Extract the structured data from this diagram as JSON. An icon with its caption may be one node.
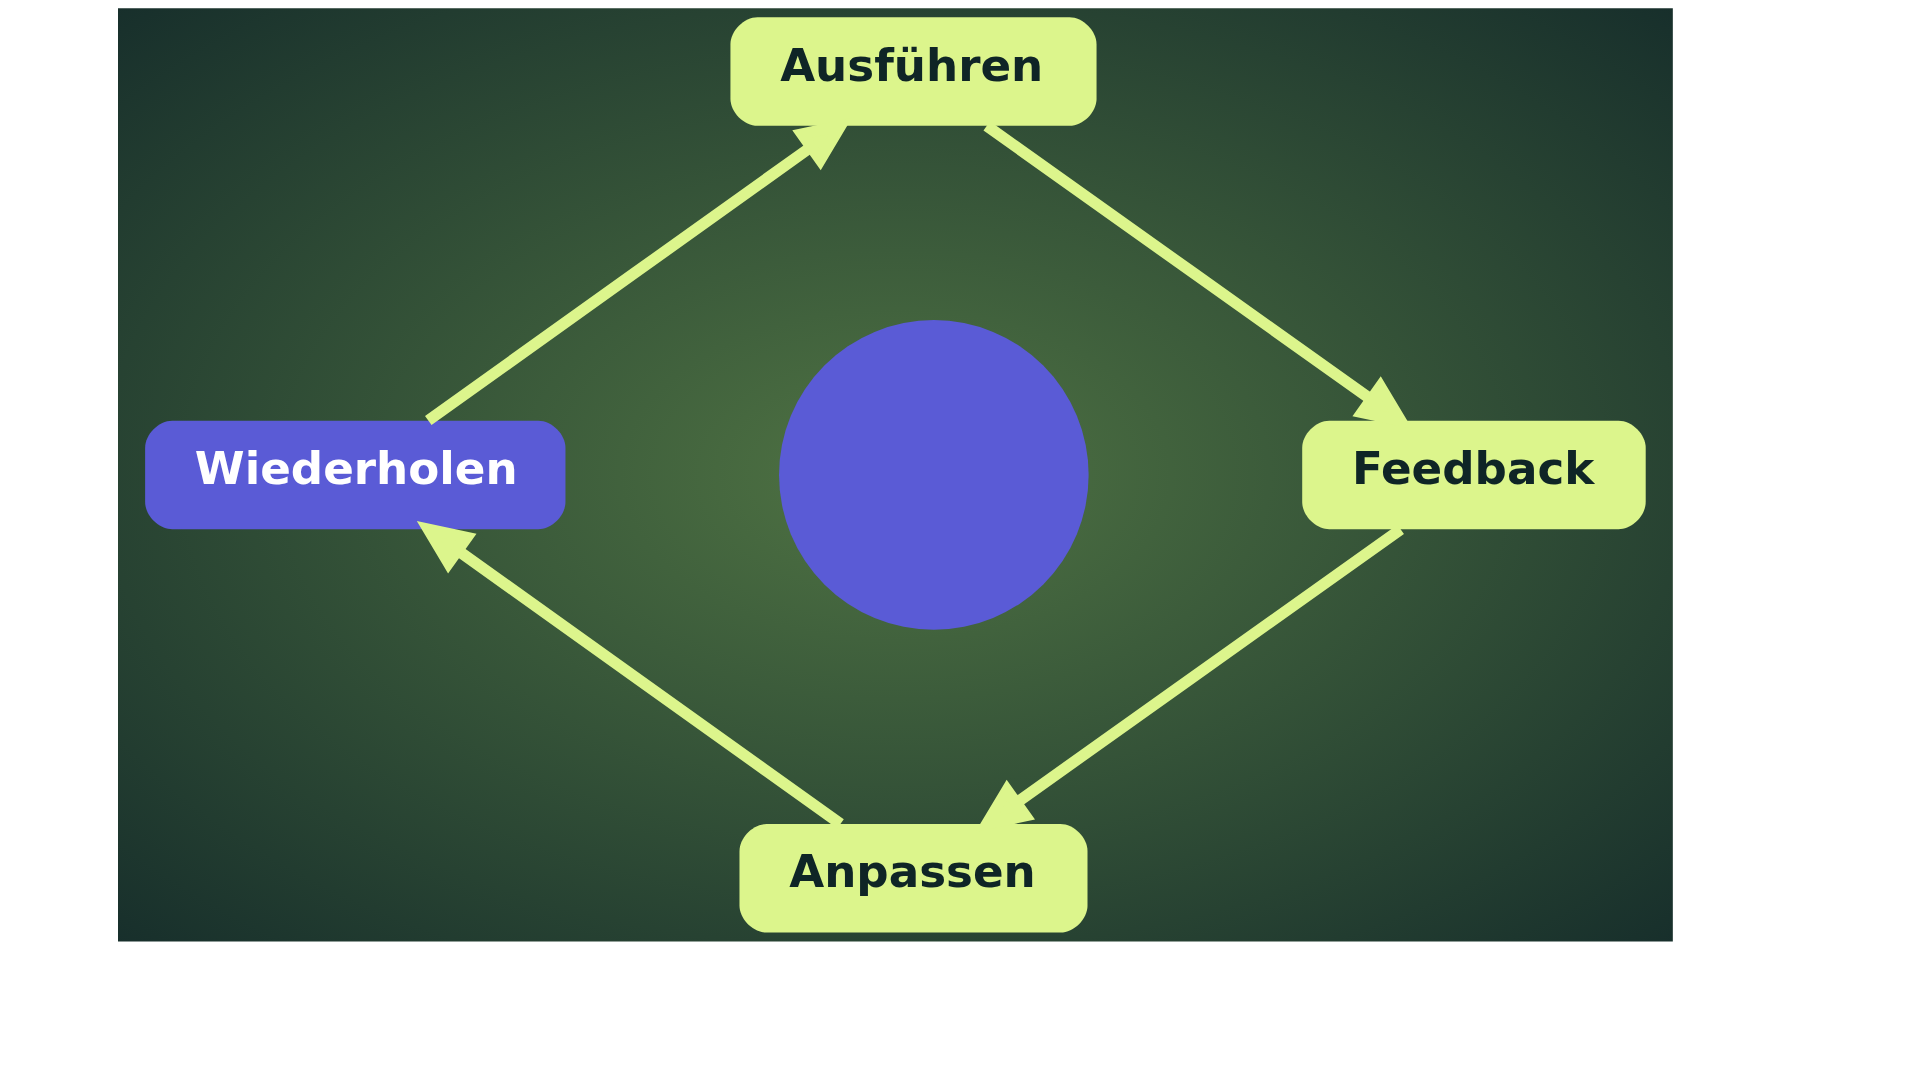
{
  "diagram": {
    "nodes": [
      {
        "text": [
          "Ausführen"
        ]
      },
      {
        "text": [
          "Wiederholen"
        ]
      },
      {
        "text": [],
        "shape": "circle"
      },
      {
        "text": [
          "Feedback"
        ]
      },
      {
        "text": [
          "Anpassen"
        ]
      }
    ],
    "edges": [
      {
        "from": 0,
        "to": 3,
        "arrow": "to"
      },
      {
        "from": 3,
        "to": 4,
        "arrow": "to"
      },
      {
        "from": 4,
        "to": 1,
        "arrow": "to"
      },
      {
        "from": 1,
        "to": 0,
        "arrow": "to"
      }
    ]
  }
}
